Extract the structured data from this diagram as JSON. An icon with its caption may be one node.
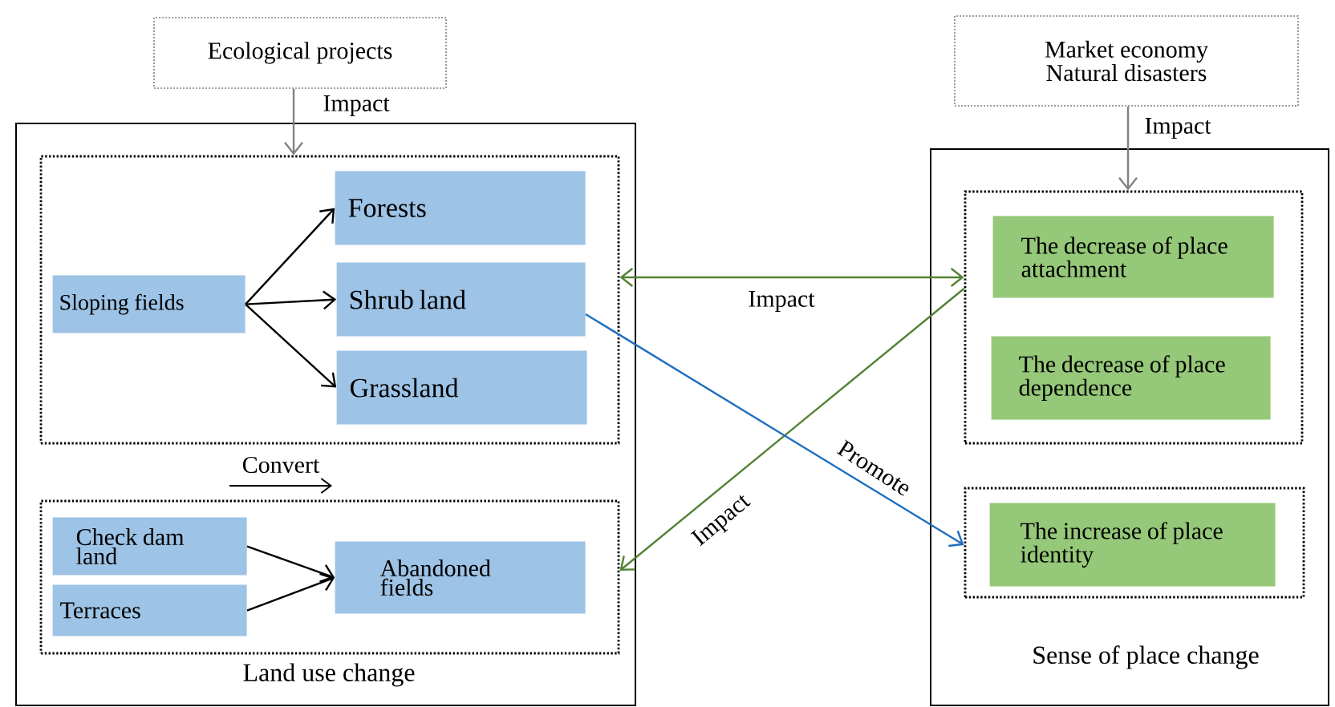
{
  "diagram": {
    "nodes": [
      {
        "text": [
          "Ecological projects"
        ]
      },
      {
        "text": [
          "Land use change"
        ]
      },
      {
        "text": [],
        "shape": "box",
        "in": 1
      },
      {
        "text": [
          "Sloping fields"
        ],
        "in": 2
      },
      {
        "text": [
          "Forests"
        ],
        "in": 2
      },
      {
        "text": [
          "Shrub land"
        ],
        "in": 2
      },
      {
        "text": [
          "Grassland"
        ],
        "in": 2
      },
      {
        "text": [],
        "shape": "box",
        "in": 1
      },
      {
        "text": [
          "Check dam land"
        ],
        "in": 7
      },
      {
        "text": [
          "Terraces"
        ],
        "in": 7
      },
      {
        "text": [
          "Abandoned fields"
        ],
        "in": 7
      },
      {
        "text": [
          "Market economy",
          "Natural disasters"
        ]
      },
      {
        "text": [
          "Sense of place change"
        ]
      },
      {
        "text": [],
        "shape": "box",
        "in": 12
      },
      {
        "text": [
          "The decrease of place attachment"
        ],
        "in": 13
      },
      {
        "text": [
          "The decrease of place dependence"
        ],
        "in": 13
      },
      {
        "text": [],
        "shape": "box",
        "in": 12
      },
      {
        "text": [
          "The increase of place identity"
        ],
        "in": 16
      }
    ],
    "edges": [
      {
        "from": 0,
        "to": 2,
        "arrow": "to",
        "label": "Impact",
        "color": "#808080"
      },
      {
        "from": 11,
        "to": 13,
        "arrow": "to",
        "label": "Impact",
        "color": "#808080"
      },
      {
        "from": 3,
        "to": 4,
        "arrow": "to"
      },
      {
        "from": 3,
        "to": 5,
        "arrow": "to"
      },
      {
        "from": 3,
        "to": 6,
        "arrow": "to"
      },
      {
        "from": 8,
        "to": 10,
        "arrow": "to"
      },
      {
        "from": 9,
        "to": 10,
        "arrow": "to"
      },
      {
        "from": 2,
        "to": 13,
        "arrow": "both",
        "label": "Impact",
        "color": "#548235"
      },
      {
        "from": 13,
        "to": 7,
        "arrow": "to",
        "label": "Impact",
        "color": "#548235"
      },
      {
        "from": 5,
        "to": 16,
        "arrow": "to",
        "label": "Promote",
        "color": "#1f6fc0"
      }
    ],
    "labels": [
      "Convert"
    ]
  }
}
